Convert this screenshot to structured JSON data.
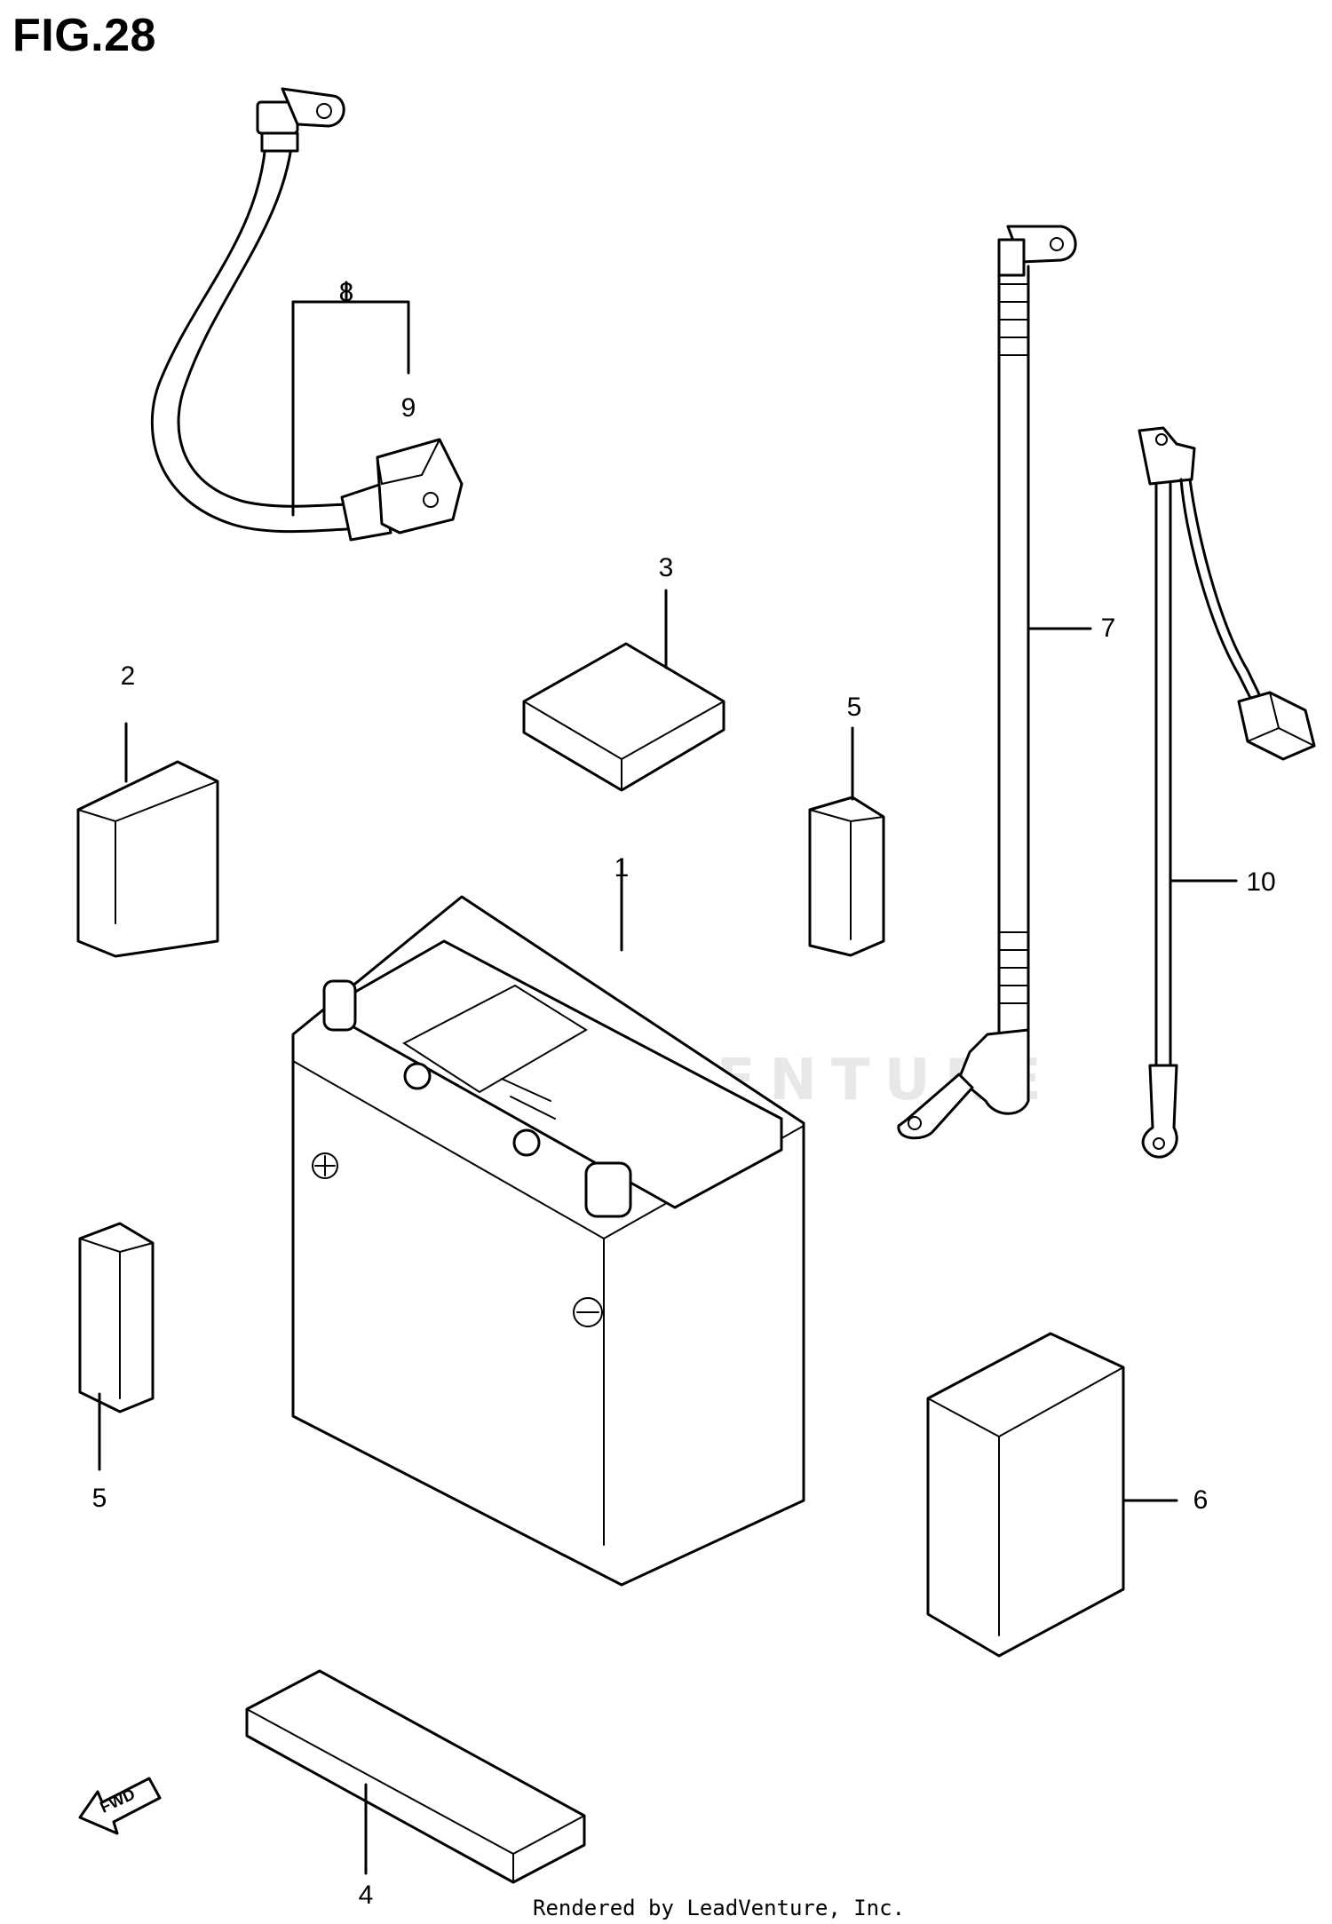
{
  "figure": {
    "title": "FIG.28"
  },
  "callouts": {
    "c1": "1",
    "c2": "2",
    "c3": "3",
    "c4": "4",
    "c5a": "5",
    "c5b": "5",
    "c6": "6",
    "c7": "7",
    "c8": "8",
    "c9": "9",
    "c10": "10"
  },
  "fwd_label": "FWD",
  "watermark": "LEADVENTURE",
  "footer": "Rendered by LeadVenture, Inc."
}
